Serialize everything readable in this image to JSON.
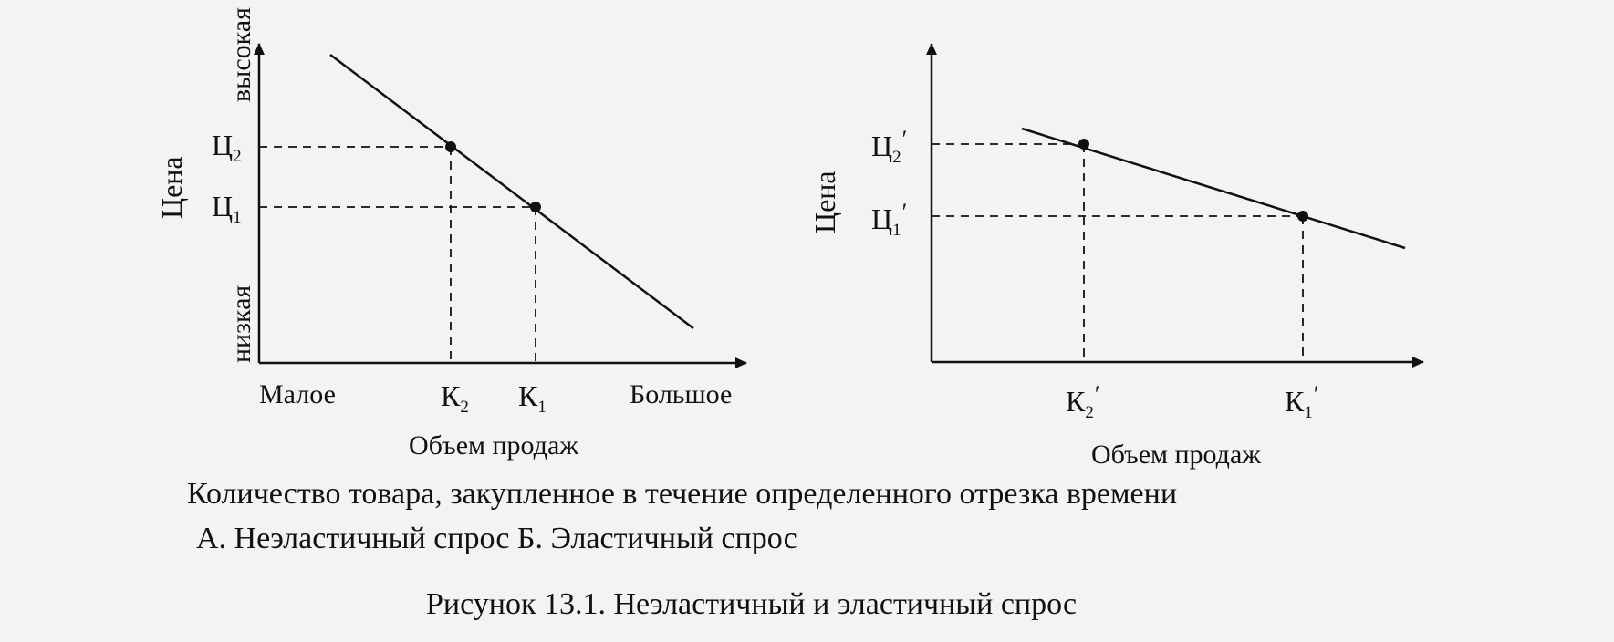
{
  "panel_a": {
    "y_axis_label": "Цена",
    "y_high": "высокая",
    "y_low": "низкая",
    "p2": "Ц",
    "p2_sub": "2",
    "p1": "Ц",
    "p1_sub": "1",
    "x_small": "Малое",
    "k2": "К",
    "k2_sub": "2",
    "k1": "К",
    "k1_sub": "1",
    "x_large": "Большое",
    "x_axis_label": "Объем продаж"
  },
  "panel_b": {
    "y_axis_label": "Цена",
    "p2": "Ц",
    "p2_sub": "2",
    "p2_prime": "′",
    "p1": "Ц",
    "p1_sub": "1",
    "p1_prime": "′",
    "k2": "К",
    "k2_sub": "2",
    "k2_prime": "′",
    "k1": "К",
    "k1_sub": "1",
    "k1_prime": "′",
    "x_axis_label": "Объем продаж"
  },
  "caption_line1": "Количество товара, закупленное в течение определенного отрезка времени",
  "caption_line2": "А. Неэластичный спрос Б. Эластичный спрос",
  "figure_caption": "Рисунок 13.1. Неэластичный и эластичный спрос",
  "colors": {
    "ink": "#111111",
    "paper": "#f3f3f1"
  }
}
